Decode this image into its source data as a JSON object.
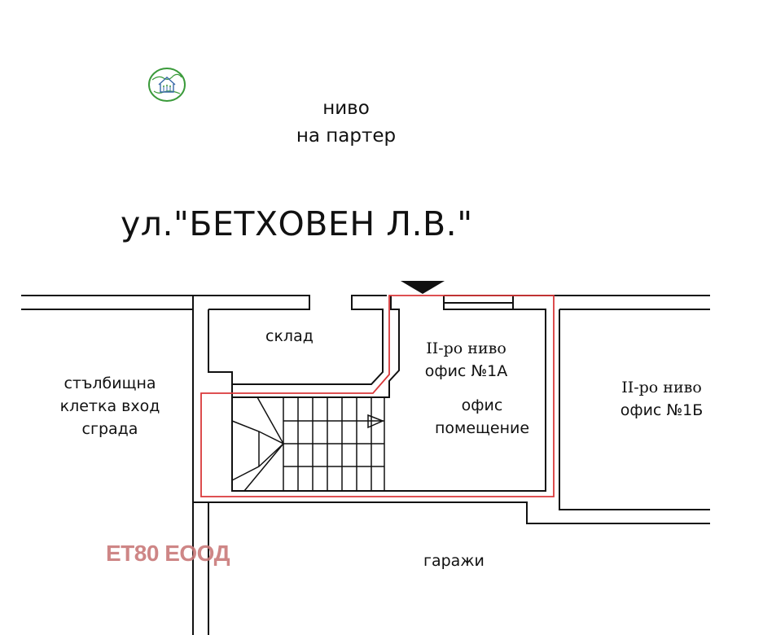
{
  "logo": {
    "icon": "house-globe-logo-icon",
    "color": "#3a9a3a"
  },
  "header": {
    "level_line1": "ниво",
    "level_line2": "на партер",
    "street": "ул.\"БЕТХОВЕН Л.В.\""
  },
  "rooms": {
    "storage": "склад",
    "stairwell_line1": "стълбищна",
    "stairwell_line2": "клетка вход",
    "stairwell_line3": "сграда",
    "office_1a_line1": "II-ро ниво",
    "office_1a_line2": "офис №1А",
    "office_1a_use_line1": "офис",
    "office_1a_use_line2": "помещение",
    "office_1b_line1": "II-ро ниво",
    "office_1b_line2": "офис №1Б",
    "garages": "гаражи"
  },
  "watermark": {
    "text": "ЕТ80 ЕООД",
    "color": "#c97a7a"
  },
  "colors": {
    "wall": "#111111",
    "highlight": "#d9383a",
    "background": "#ffffff"
  },
  "markers": {
    "entrance": "entrance-arrow-icon",
    "stair_direction": "stair-direction-arrow-icon"
  }
}
